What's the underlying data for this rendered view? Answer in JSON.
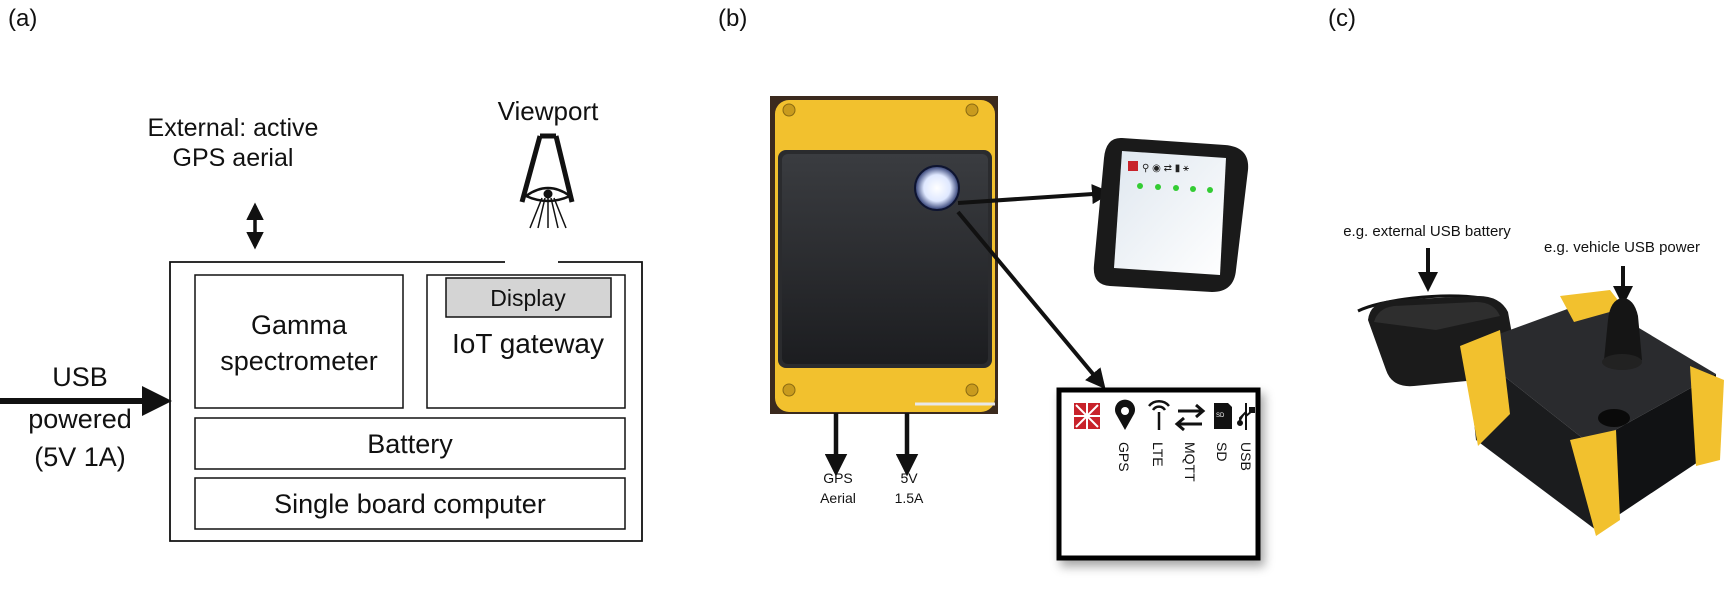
{
  "panel_a": {
    "label": "(a)",
    "external": {
      "line1": "External: active",
      "line2": "GPS aerial"
    },
    "viewport": "Viewport",
    "usb": {
      "line1": "USB",
      "line2": "powered",
      "line3": "(5V 1A)"
    },
    "gamma": {
      "line1": "Gamma",
      "line2": "spectrometer"
    },
    "display": "Display",
    "iot_gateway": "IoT gateway",
    "battery": "Battery",
    "sbc": "Single board computer"
  },
  "panel_b": {
    "label": "(b)",
    "gps_arrow": {
      "line1": "GPS",
      "line2": "Aerial"
    },
    "power_arrow": {
      "line1": "5V",
      "line2": "1.5A"
    },
    "status_icons": [
      "GPS",
      "LTE",
      "MQTT",
      "SD",
      "USB"
    ]
  },
  "panel_c": {
    "label": "(c)",
    "battery_note": "e.g. external USB battery",
    "vehicle_note": "e.g. vehicle USB power"
  },
  "colors": {
    "enclosure_yellow": "#f2c12e",
    "enclosure_body": "#2a2b2e",
    "display_fill": "#d4d4d4",
    "status_green": "#33cc33",
    "logo_red": "#c8222a"
  }
}
